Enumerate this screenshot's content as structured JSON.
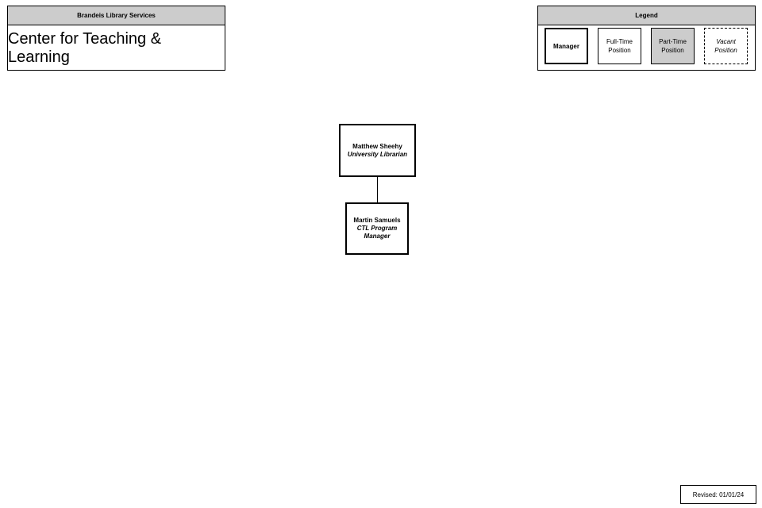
{
  "header": {
    "organization": "Brandeis Library Services",
    "department": "Center for Teaching & Learning"
  },
  "legend": {
    "title": "Legend",
    "items": [
      {
        "label": "Manager",
        "style": "thick-border"
      },
      {
        "label": "Full-Time Position",
        "style": "thin-border"
      },
      {
        "label": "Part-Time Position",
        "style": "gray-fill"
      },
      {
        "label": "Vacant Position",
        "style": "dashed-border"
      }
    ]
  },
  "org_chart": {
    "nodes": [
      {
        "name": "Matthew Sheehy",
        "title": "University Librarian",
        "type": "manager"
      },
      {
        "name": "Martin Samuels",
        "title": "CTL Program Manager",
        "type": "manager",
        "reports_to": 0
      }
    ]
  },
  "footer": {
    "revised": "Revised: 01/01/24"
  },
  "colors": {
    "header_fill": "#cccccc",
    "border": "#000000",
    "background": "#ffffff"
  }
}
